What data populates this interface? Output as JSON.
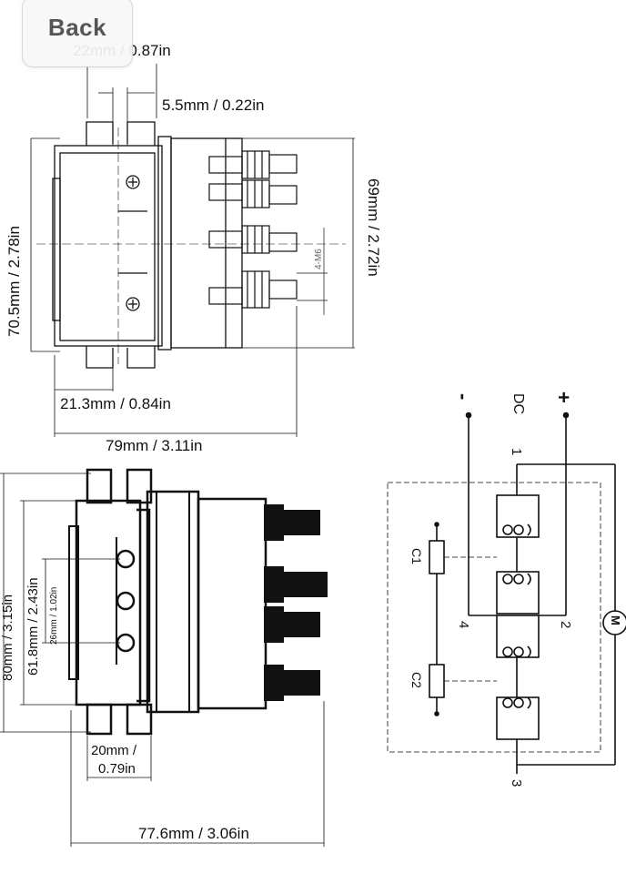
{
  "nav": {
    "back_label": "Back"
  },
  "top_view": {
    "width_top": "22mm / 0.87in",
    "slot": "5.5mm / 0.22in",
    "height_left": "70.5mm / 2.78in",
    "height_right": "69mm / 2.72in",
    "stud": "4-M6",
    "foot": "21.3mm / 0.84in",
    "length": "79mm / 3.11in"
  },
  "side_view": {
    "height_total": "80mm / 3.15in",
    "height_body": "61.8mm / 2.43in",
    "hole_spacing": "26mm / 1.02in",
    "foot_width_1": "20mm /",
    "foot_width_2": "0.79in",
    "length": "77.6mm / 3.06in"
  },
  "schematic": {
    "minus": "-",
    "dc": "DC",
    "plus": "+",
    "c1": "C1",
    "c2": "C2",
    "t1": "1",
    "t2": "2",
    "t3": "3",
    "t4": "4",
    "motor": "M"
  }
}
